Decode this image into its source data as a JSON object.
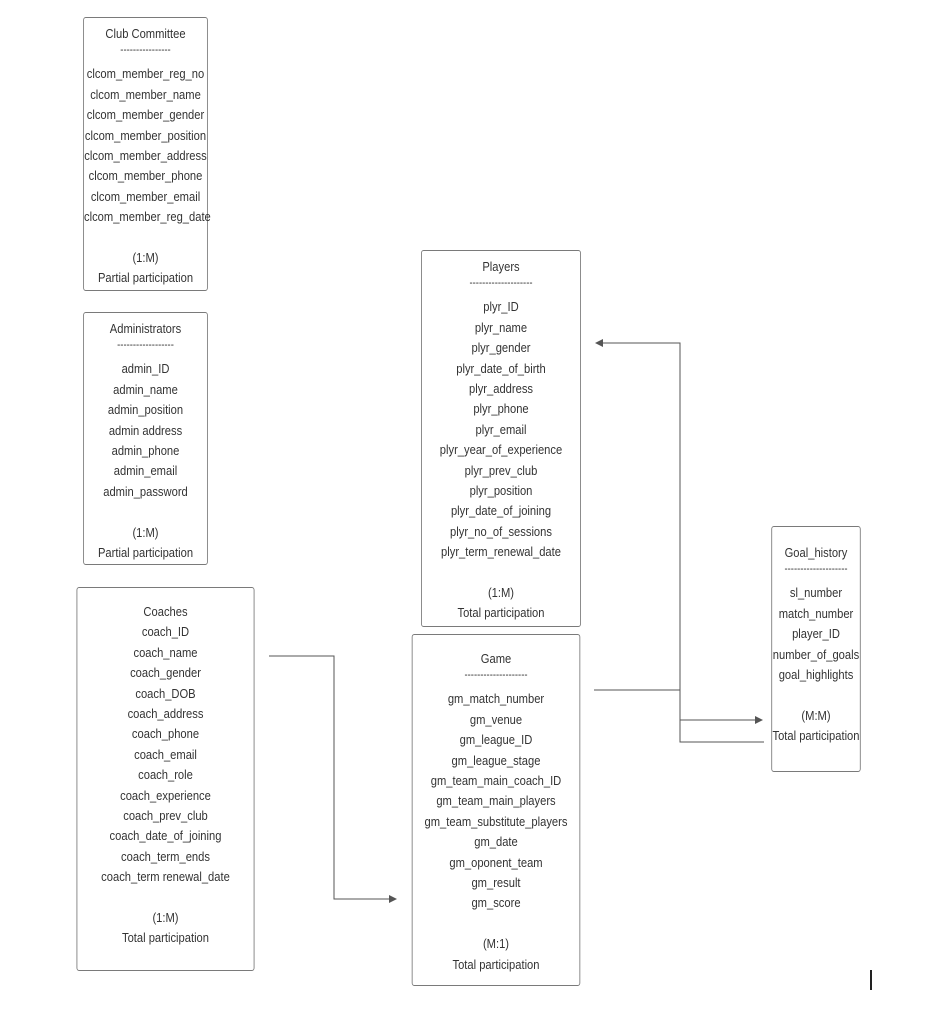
{
  "entities": {
    "club_committee": {
      "title": "Club Committee",
      "separator": "----------------",
      "attributes": [
        "clcom_member_reg_no",
        "clcom_member_name",
        "clcom_member_gender",
        "clcom_member_position",
        "clcom_member_address",
        "clcom_member_phone",
        "clcom_member_email",
        "clcom_member_reg_date"
      ],
      "cardinality": "(1:M)",
      "participation": "Partial participation"
    },
    "administrators": {
      "title": "Administrators",
      "separator": "------------------",
      "attributes": [
        "admin_ID",
        "admin_name",
        "admin_position",
        "admin address",
        "admin_phone",
        "admin_email",
        "admin_password"
      ],
      "cardinality": "(1:M)",
      "participation": "Partial participation"
    },
    "coaches": {
      "title": "Coaches",
      "attributes": [
        "coach_ID",
        "coach_name",
        "coach_gender",
        "coach_DOB",
        "coach_address",
        "coach_phone",
        "coach_email",
        "coach_role",
        "coach_experience",
        "coach_prev_club",
        "coach_date_of_joining",
        "coach_term_ends",
        "coach_term renewal_date"
      ],
      "cardinality": "(1:M)",
      "participation": "Total participation"
    },
    "players": {
      "title": "Players",
      "separator": "--------------------",
      "attributes": [
        "plyr_ID",
        "plyr_name",
        "plyr_gender",
        "plyr_date_of_birth",
        "plyr_address",
        "plyr_phone",
        "plyr_email",
        "plyr_year_of_experience",
        "plyr_prev_club",
        "plyr_position",
        "plyr_date_of_joining",
        "plyr_no_of_sessions",
        "plyr_term_renewal_date"
      ],
      "cardinality": "(1:M)",
      "participation": "Total participation"
    },
    "game": {
      "title": "Game",
      "separator": "--------------------",
      "attributes": [
        "gm_match_number",
        "gm_venue",
        "gm_league_ID",
        "gm_league_stage",
        "gm_team_main_coach_ID",
        "gm_team_main_players",
        "gm_team_substitute_players",
        "gm_date",
        "gm_oponent_team",
        "gm_result",
        "gm_score"
      ],
      "cardinality": "(M:1)",
      "participation": "Total participation"
    },
    "goal_history": {
      "title": "Goal_history",
      "separator": "--------------------",
      "attributes": [
        "sl_number",
        "match_number",
        "player_ID",
        "number_of_goals",
        "goal_highlights"
      ],
      "cardinality": "(M:M)",
      "participation": "Total participation"
    }
  },
  "colors": {
    "border": "#7a7a7a",
    "text": "#333333",
    "connector": "#555555"
  }
}
